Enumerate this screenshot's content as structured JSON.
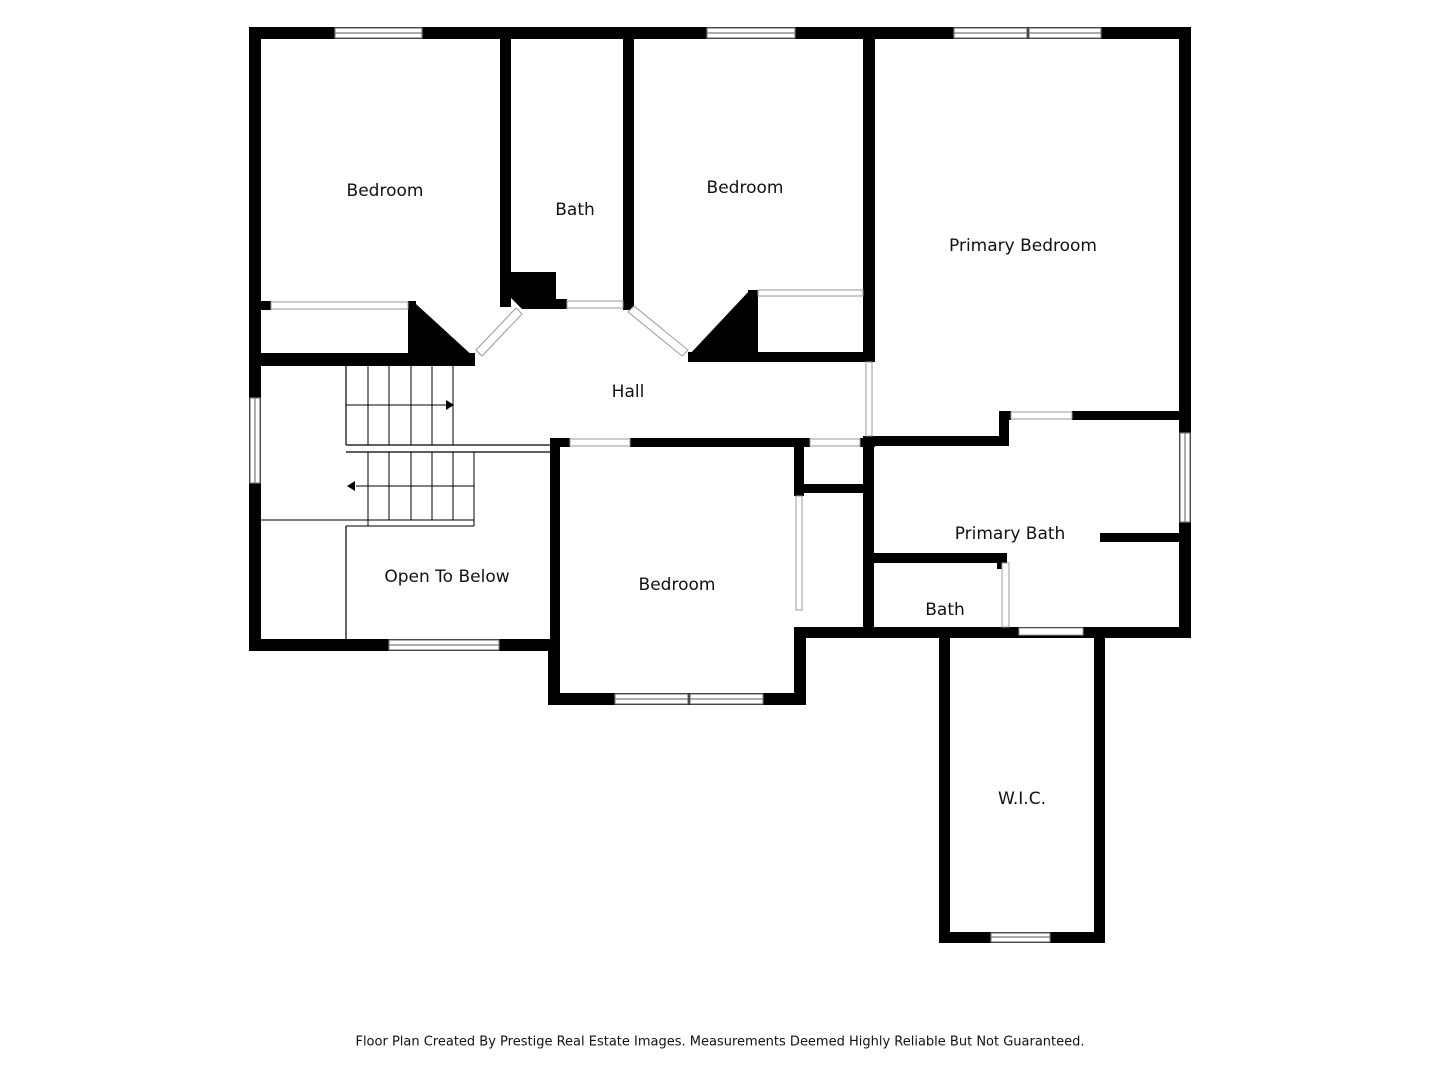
{
  "rooms": {
    "bedroom_nw": "Bedroom",
    "bath_north": "Bath",
    "bedroom_north": "Bedroom",
    "primary_bedroom": "Primary Bedroom",
    "hall": "Hall",
    "open_to_below": "Open To Below",
    "bedroom_south": "Bedroom",
    "primary_bath": "Primary Bath",
    "bath_small": "Bath",
    "wic": "W.I.C."
  },
  "footer": {
    "note": "Floor Plan Created By Prestige Real Estate Images. Measurements Deemed Highly Reliable But Not Guaranteed."
  },
  "colors": {
    "wall": "#000000",
    "background": "#ffffff",
    "window_line": "#7a7a7a"
  }
}
